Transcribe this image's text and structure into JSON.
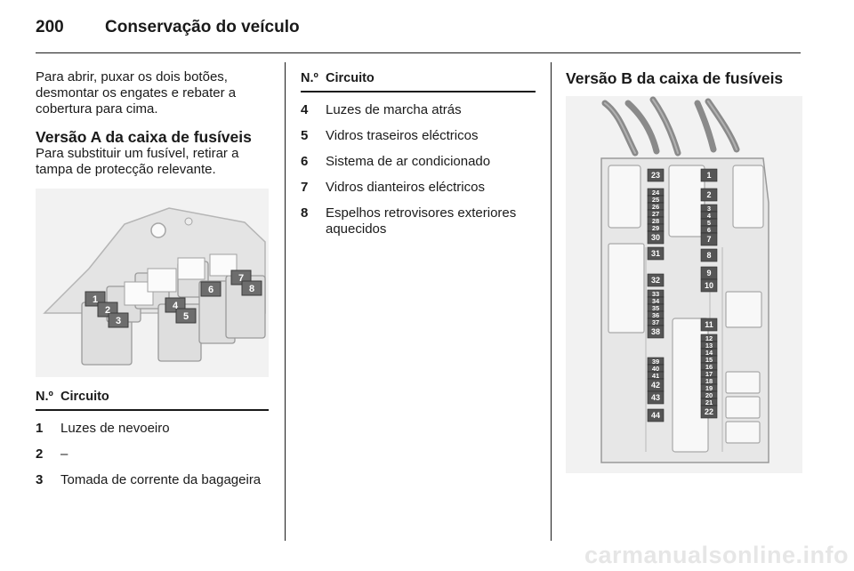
{
  "header": {
    "page_number": "200",
    "title": "Conservação do veículo"
  },
  "col1": {
    "intro": "Para abrir, puxar os dois botões, desmontar os engates e rebater a cobertura para cima.",
    "heading_a": "Versão A da caixa de fusíveis",
    "instruction": "Para substituir um fusível, retirar a tampa de protecção relevante."
  },
  "table_header": {
    "num": "N.º",
    "circuit": "Circuito"
  },
  "rows_a": [
    {
      "num": "1",
      "text": "Luzes de nevoeiro"
    },
    {
      "num": "2",
      "text": "–"
    },
    {
      "num": "3",
      "text": "Tomada de corrente da bagageira"
    }
  ],
  "rows_b": [
    {
      "num": "4",
      "text": "Luzes de marcha atrás"
    },
    {
      "num": "5",
      "text": "Vidros traseiros eléctricos"
    },
    {
      "num": "6",
      "text": "Sistema de ar condicionado"
    },
    {
      "num": "7",
      "text": "Vidros dianteiros eléctricos"
    },
    {
      "num": "8",
      "text": "Espelhos retrovisores exteriores aquecidos"
    }
  ],
  "col3": {
    "heading_b": "Versão B da caixa de fusíveis"
  },
  "figure_a_labels": [
    "1",
    "2",
    "3",
    "4",
    "5",
    "6",
    "7",
    "8"
  ],
  "fuse_b_labels": {
    "left_col": [
      "23",
      "24",
      "25",
      "26",
      "27",
      "28",
      "29",
      "30",
      "31",
      "32",
      "33",
      "34",
      "35",
      "36",
      "37",
      "38",
      "39",
      "40",
      "41",
      "42",
      "43",
      "44"
    ],
    "right_col": [
      "1",
      "2",
      "3",
      "4",
      "5",
      "6",
      "7",
      "8",
      "9",
      "10",
      "11",
      "12",
      "13",
      "14",
      "15",
      "16",
      "17",
      "18",
      "19",
      "20",
      "21",
      "22"
    ]
  },
  "watermark": "carmanualsonline.info"
}
